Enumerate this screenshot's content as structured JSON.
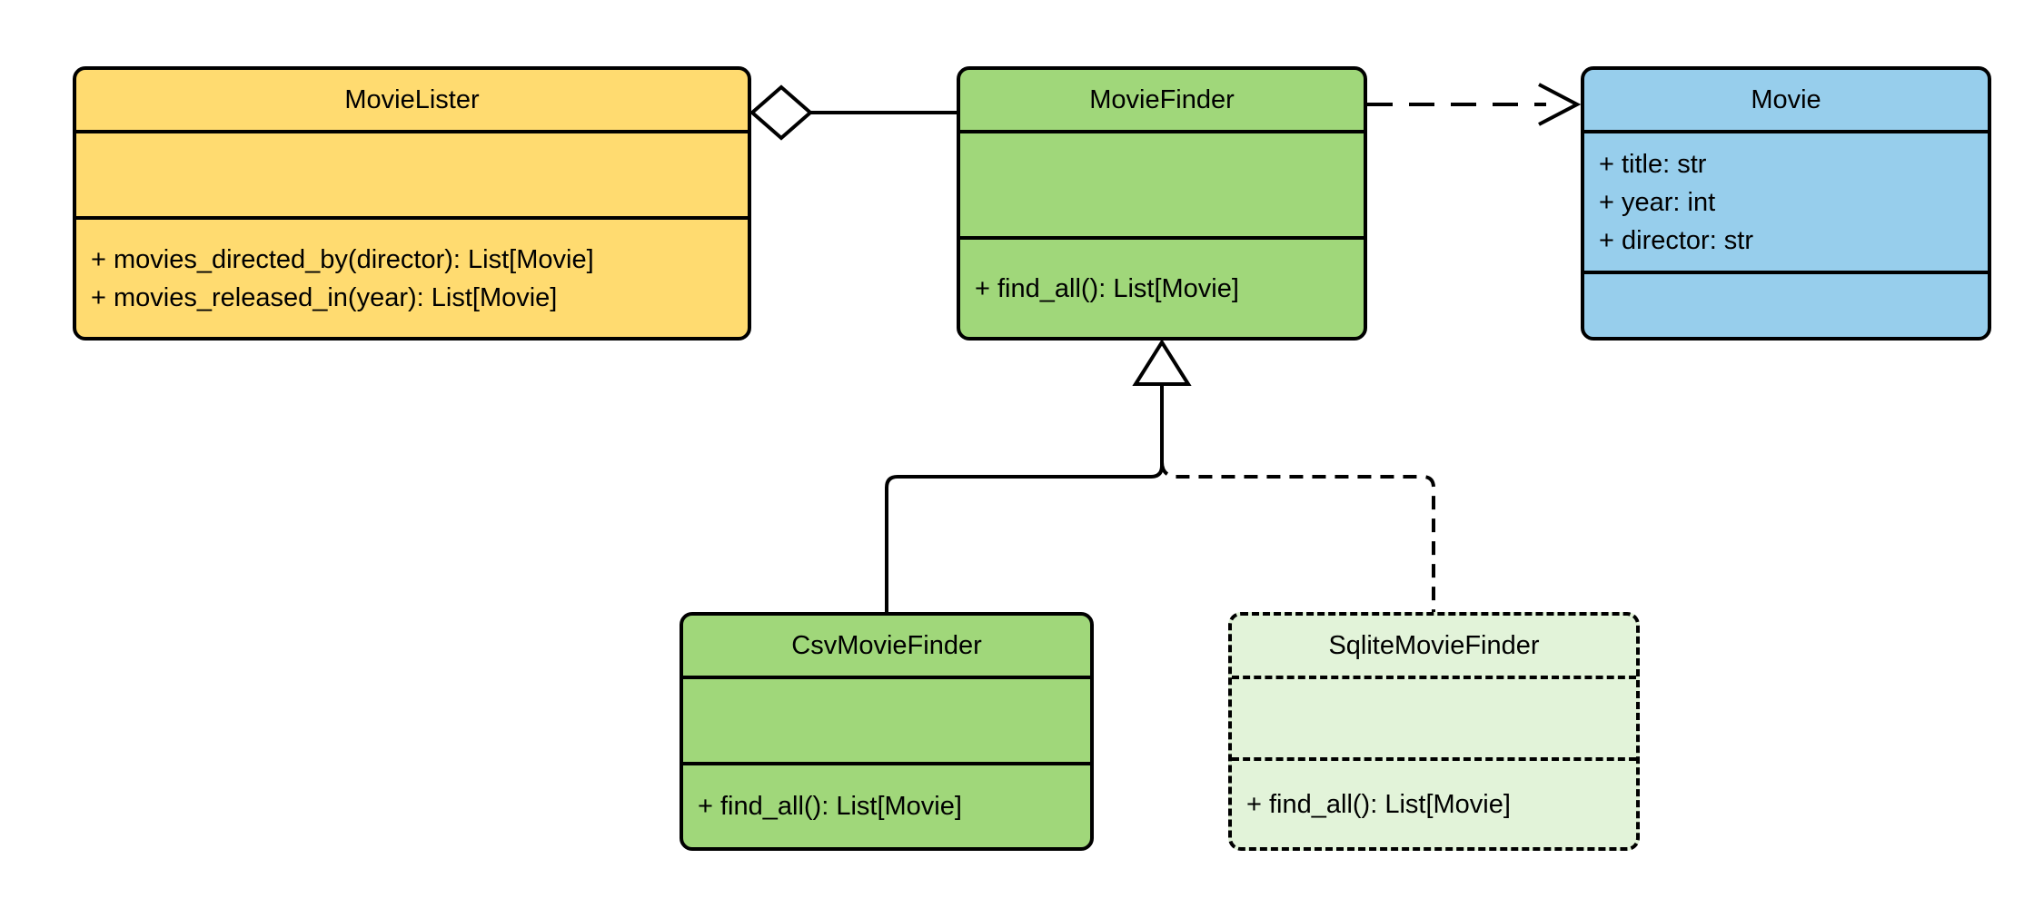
{
  "diagram": {
    "type": "uml-class-diagram",
    "background_color": "#ffffff",
    "stroke_color": "#000000",
    "classes": [
      {
        "name": "MovieLister",
        "fill": "#FFDB70",
        "border_style": "solid",
        "attributes": [],
        "methods": [
          "+ movies_directed_by(director): List[Movie]",
          "+ movies_released_in(year): List[Movie]"
        ]
      },
      {
        "name": "MovieFinder",
        "fill": "#A0D77A",
        "border_style": "solid",
        "attributes": [],
        "methods": [
          "+ find_all(): List[Movie]"
        ]
      },
      {
        "name": "Movie",
        "fill": "#97CEEC",
        "border_style": "solid",
        "attributes": [
          "+ title: str",
          "+ year: int",
          "+ director: str"
        ],
        "methods": []
      },
      {
        "name": "CsvMovieFinder",
        "fill": "#A0D77A",
        "border_style": "solid",
        "attributes": [],
        "methods": [
          "+ find_all(): List[Movie]"
        ]
      },
      {
        "name": "SqliteMovieFinder",
        "fill": "#E2F3D9",
        "border_style": "dashed",
        "attributes": [],
        "methods": [
          "+ find_all(): List[Movie]"
        ]
      }
    ],
    "edges": [
      {
        "type": "aggregation",
        "source": "MovieLister",
        "target": "MovieFinder",
        "line": "solid",
        "marker": "hollow-diamond-at-source"
      },
      {
        "type": "dependency",
        "source": "MovieFinder",
        "target": "Movie",
        "line": "dashed",
        "marker": "open-arrowhead-at-target"
      },
      {
        "type": "generalization",
        "source": "CsvMovieFinder",
        "target": "MovieFinder",
        "line": "solid",
        "marker": "hollow-triangle-at-target"
      },
      {
        "type": "generalization",
        "source": "SqliteMovieFinder",
        "target": "MovieFinder",
        "line": "dashed",
        "marker": "hollow-triangle-at-target"
      }
    ]
  }
}
